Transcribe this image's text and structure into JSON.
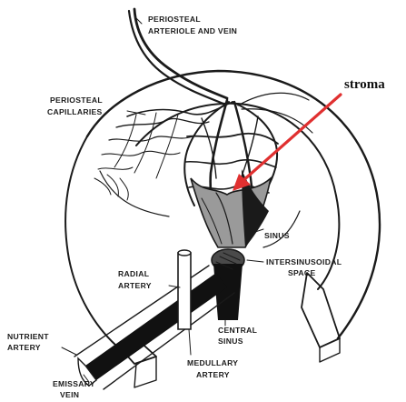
{
  "labels": {
    "periosteal_arteriole_line1": "PERIOSTEAL",
    "periosteal_arteriole_line2": "ARTERIOLE AND VEIN",
    "periosteal_capillaries_line1": "PERIOSTEAL",
    "periosteal_capillaries_line2": "CAPILLARIES",
    "sinus": "SINUS",
    "intersinusoidal_line1": "INTERSINUSOIDAL",
    "intersinusoidal_line2": "SPACE",
    "radial_artery_line1": "RADIAL",
    "radial_artery_line2": "ARTERY",
    "central_sinus_line1": "CENTRAL",
    "central_sinus_line2": "SINUS",
    "nutrient_artery_line1": "NUTRIENT",
    "nutrient_artery_line2": "ARTERY",
    "medullary_artery_line1": "MEDULLARY",
    "medullary_artery_line2": "ARTERY",
    "emissary_vein_line1": "EMISSARY",
    "emissary_vein_line2": "VEIN"
  },
  "annotation": {
    "text": "stroma",
    "arrow_color": "#e03030"
  },
  "colors": {
    "ink": "#1a1a1a",
    "background": "#ffffff",
    "stroma_fill": "#9a9a9a"
  }
}
